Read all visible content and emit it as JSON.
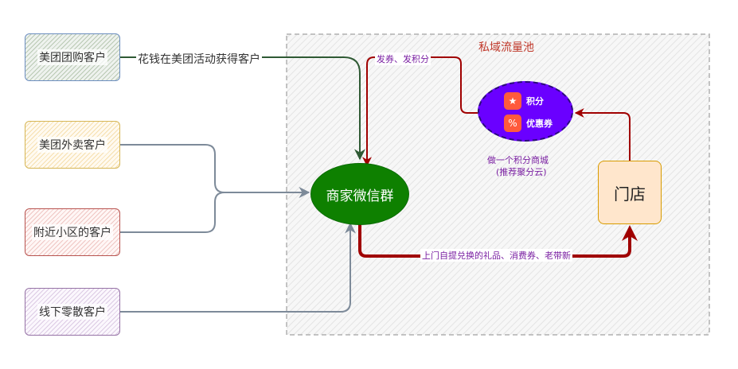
{
  "title": "私域流量池",
  "nodes": {
    "meituan_groupbuy": "美团团购客户",
    "meituan_takeout": "美团外卖客户",
    "nearby_community": "附近小区的客户",
    "offline_walkin": "线下零散客户",
    "wechat_group": "商家微信群",
    "store": "门店",
    "points_mall": {
      "items": [
        {
          "icon": "star-badge-icon",
          "label": "积分"
        },
        {
          "icon": "percent-coupon-icon",
          "label": "优惠券"
        }
      ],
      "caption_line1": "做一个积分商城",
      "caption_line2": "(推荐聚分云)"
    }
  },
  "edges": {
    "groupbuy_to_wechat": "花钱在美团活动获得客户",
    "mall_to_wechat": "发券、发积分",
    "wechat_to_store": "上门自提兑换的礼品、消费券、老带新"
  },
  "colors": {
    "wechat_fill": "#0e8000",
    "mall_fill": "#6a00ff",
    "store_fill": "#ffe6cc",
    "loop_arrow": "#a00000",
    "source_arrow": "#7d8a99",
    "groupbuy_arrow": "#2f5a34",
    "pool_border": "#b0b0b0"
  }
}
